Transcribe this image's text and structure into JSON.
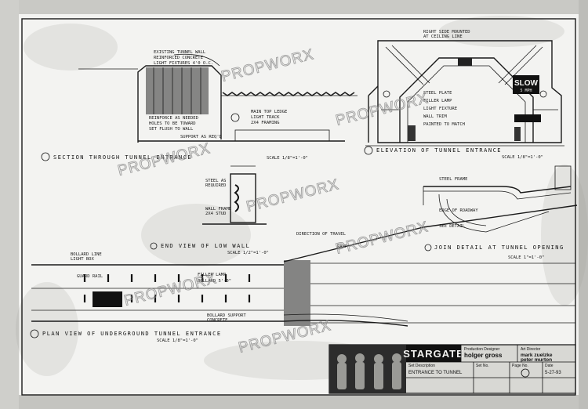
{
  "title_block": {
    "logo": "STARGATE",
    "production_designer_label": "Production Designer",
    "production_designer": "holger gross",
    "art_director_label": "Art Director",
    "art_directors": "mark zuelzke\npeter murton",
    "set_description_label": "Set Description",
    "set_description": "ENTRANCE TO TUNNEL",
    "set_no_label": "Set No.",
    "page_no_label": "Page No.",
    "date_label": "Date",
    "date": "5-27-93"
  },
  "watermark": "PROPWORX",
  "views": [
    {
      "id": "section",
      "caption": "SECTION THROUGH TUNNEL ENTRANCE",
      "scale": "SCALE 1/8\"=1'-0\""
    },
    {
      "id": "elevation",
      "caption": "ELEVATION OF TUNNEL ENTRANCE",
      "scale": "SCALE 1/8\"=1'-0\""
    },
    {
      "id": "end-view",
      "caption": "END VIEW OF LOW WALL",
      "scale": "SCALE 1/2\"=1'-0\""
    },
    {
      "id": "detail",
      "caption": "JOIN DETAIL AT TUNNEL OPENING",
      "scale": "SCALE 1\"=1'-0\""
    },
    {
      "id": "plan",
      "caption": "PLAN VIEW OF UNDERGROUND TUNNEL ENTRANCE",
      "scale": "SCALE 1/8\"=1'-0\""
    }
  ],
  "sign_text": {
    "slow": "SLOW",
    "speed": "5 MPH"
  }
}
